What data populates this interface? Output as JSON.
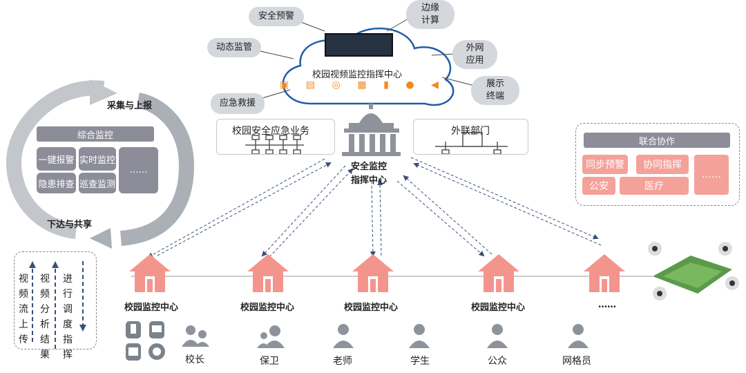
{
  "cloud": {
    "title": "校园视频监控指挥中心",
    "bubbles": [
      "安全预警",
      "边缘计算",
      "动态监管",
      "外网应用",
      "展示终端",
      "应急救援"
    ]
  },
  "cycle": {
    "top_label": "采集与上报",
    "bottom_label": "下达与共享",
    "header": "综合监控",
    "buttons": [
      "一键报警",
      "实时监控",
      "隐患排查",
      "巡查监测"
    ],
    "more": "……"
  },
  "business_box": {
    "label": "校园安全应急业务"
  },
  "outside_box": {
    "label": "外联部门"
  },
  "command_center": {
    "label_line1": "安全监控",
    "label_line2": "指挥中心"
  },
  "cooperation": {
    "header": "联合协作",
    "items": [
      "同步预警",
      "协同指挥",
      "公安",
      "医疗"
    ],
    "more": "……"
  },
  "legend": {
    "col1": "视频流上传",
    "col2": "视频分析结果",
    "col3": "进行调度指挥"
  },
  "monitor_centers": [
    "校园监控中心",
    "校园监控中心",
    "校园监控中心",
    "校园监控中心",
    "……"
  ],
  "people": [
    "校长",
    "保卫",
    "老师",
    "学生",
    "公众",
    "网格员"
  ],
  "colors": {
    "gray_box": "#8c8d99",
    "pink_box": "#f4a199",
    "house": "#f4958d",
    "arrow_gray": "#bfc2c6",
    "cloud_blue": "#1f5ea8",
    "person": "#8e939b"
  }
}
